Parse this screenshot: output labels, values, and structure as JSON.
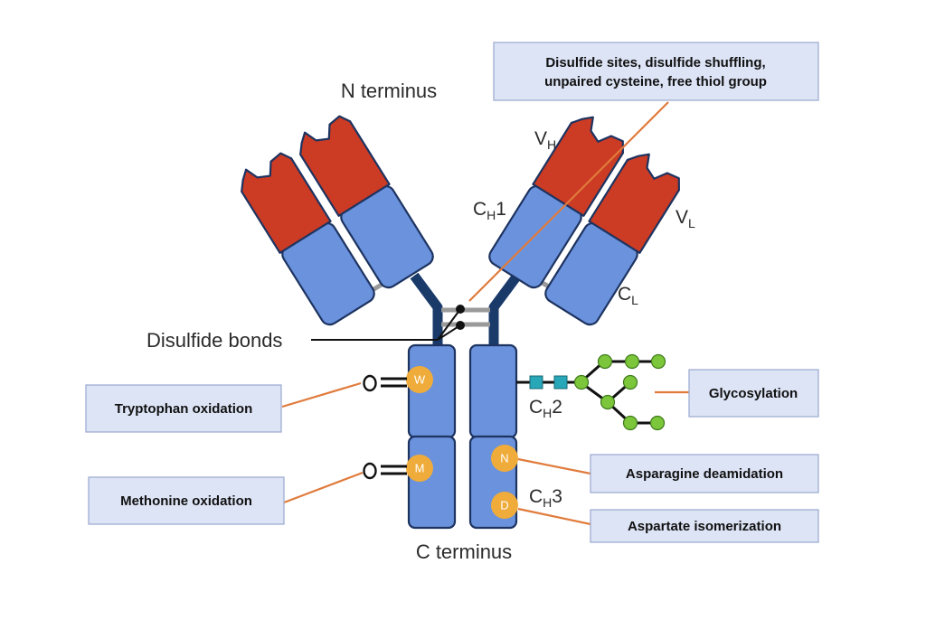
{
  "colors": {
    "variable_domain": "#cc3b24",
    "constant_domain": "#6a92dd",
    "domain_outline": "#1d3360",
    "heavy_chain_hinge": "#1a3a6a",
    "disulfide_bond": "#9a9a9a",
    "annotation_line": "#e07b3c",
    "residue": "#f0ac3a",
    "glycan_node": "#7bc63a",
    "glycan_square": "#27a7b8",
    "label_box_fill": "#dde4f6"
  },
  "labels": {
    "n_terminus": "N terminus",
    "c_terminus": "C terminus",
    "disulfide_bonds": "Disulfide bonds",
    "vh": {
      "main": "V",
      "sub": "H",
      "tail": ""
    },
    "vl": {
      "main": "V",
      "sub": "L",
      "tail": ""
    },
    "ch1": {
      "main": "C",
      "sub": "H",
      "tail": "1"
    },
    "cl": {
      "main": "C",
      "sub": "L",
      "tail": ""
    },
    "ch2": {
      "main": "C",
      "sub": "H",
      "tail": "2"
    },
    "ch3": {
      "main": "C",
      "sub": "H",
      "tail": "3"
    }
  },
  "boxes": {
    "disulfide_sites_line1": "Disulfide sites, disulfide shuffling,",
    "disulfide_sites_line2": "unpaired cysteine, free thiol group",
    "tryptophan": "Tryptophan oxidation",
    "methionine": "Methonine oxidation",
    "glycosylation": "Glycosylation",
    "asparagine": "Asparagine deamidation",
    "aspartate": "Aspartate isomerization"
  },
  "residues": {
    "tryptophan": "W",
    "methionine": "M",
    "asparagine": "N",
    "aspartate": "D"
  },
  "oxygen_symbol": "O"
}
